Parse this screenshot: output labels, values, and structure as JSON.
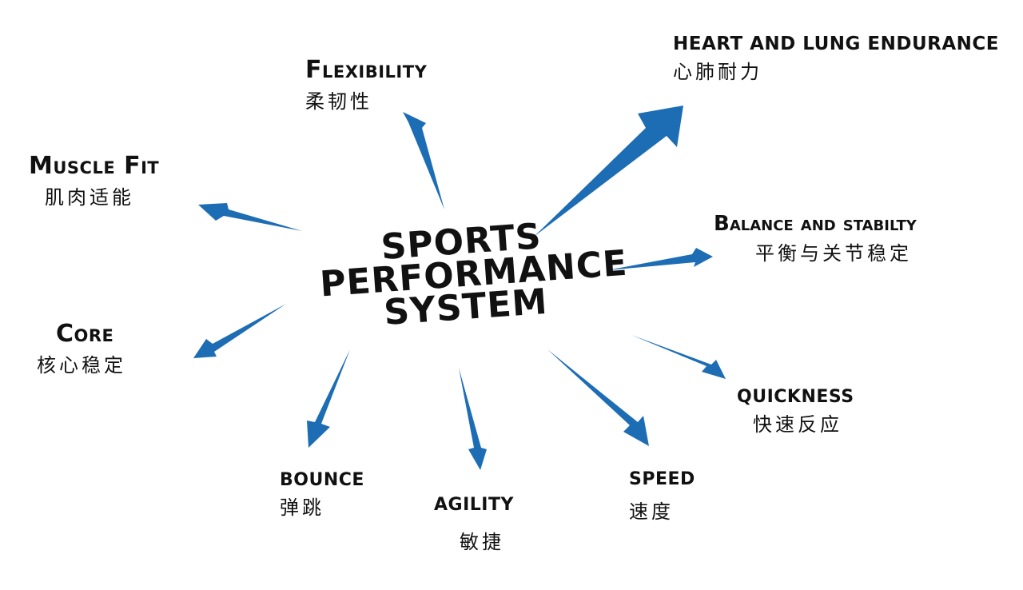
{
  "colors": {
    "arrow": "#1d6db5",
    "text": "#111111",
    "background": "#ffffff"
  },
  "center": {
    "line1": "SPORTS",
    "line2": "PERFORMANCE",
    "line3": "SYSTEM"
  },
  "nodes": {
    "flexibility": {
      "en": "Flexibility",
      "zh": "柔韧性"
    },
    "heart_lung": {
      "en": "HEART AND LUNG ENDURANCE",
      "zh": "心肺耐力"
    },
    "muscle_fit": {
      "en": "Muscle Fit",
      "zh": "肌肉适能"
    },
    "balance": {
      "en": "Balance and stabilty",
      "zh": "平衡与关节稳定"
    },
    "core": {
      "en": "Core",
      "zh": "核心稳定"
    },
    "quickness": {
      "en": "QUICKNESS",
      "zh": "快速反应"
    },
    "bounce": {
      "en": "BOUNCE",
      "zh": "弹跳"
    },
    "agility": {
      "en": "AGILITY",
      "zh": "敏捷"
    },
    "speed": {
      "en": "SPEED",
      "zh": "速度"
    }
  }
}
